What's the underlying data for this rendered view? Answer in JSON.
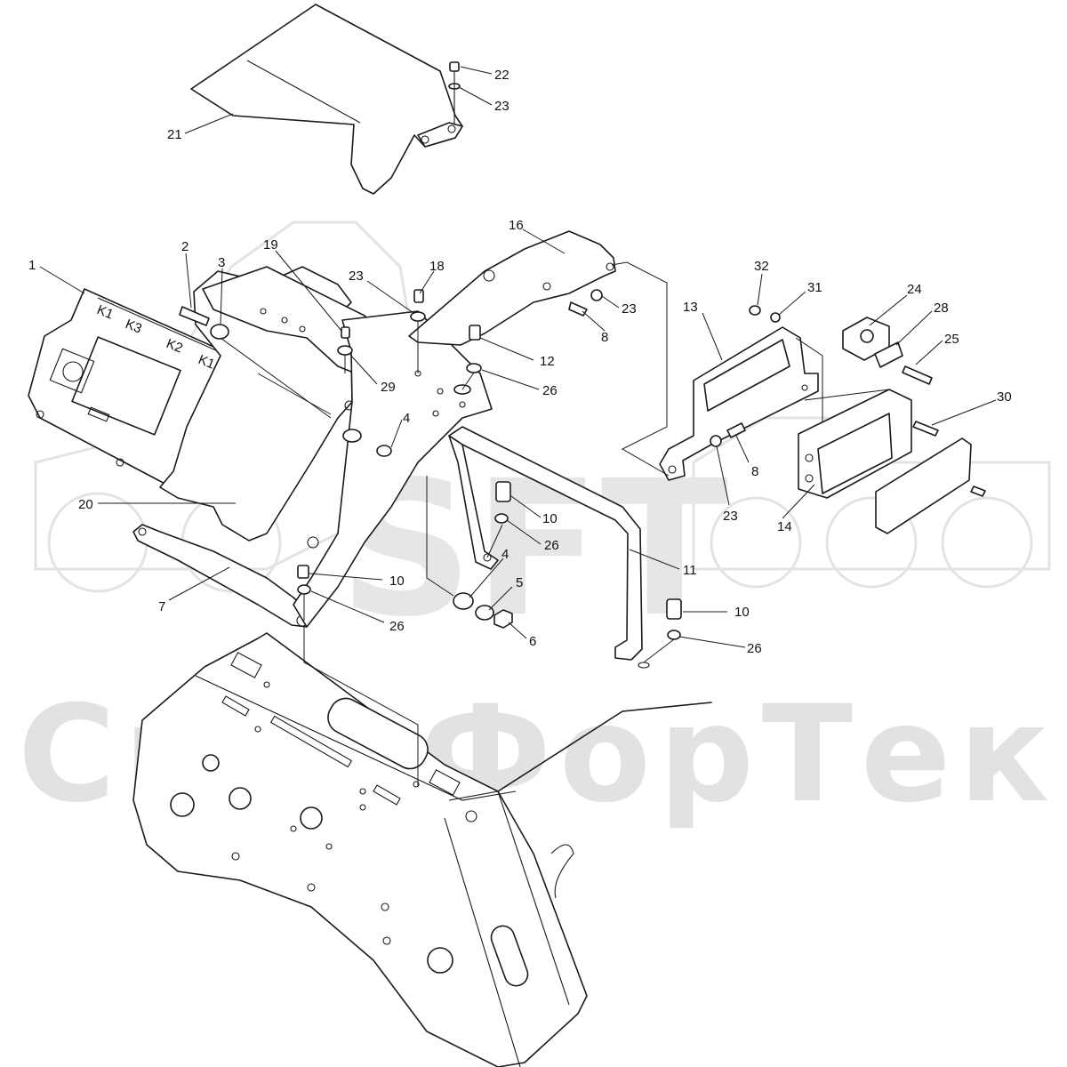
{
  "watermark": {
    "brand": "SFT",
    "company": "СканФорТек"
  },
  "callouts": {
    "c1": "1",
    "c2": "2",
    "c3": "3",
    "c4a": "4",
    "c4b": "4",
    "c5": "5",
    "c6": "6",
    "c7": "7",
    "c8a": "8",
    "c8b": "8",
    "c10a": "10",
    "c10b": "10",
    "c10c": "10",
    "c11": "11",
    "c12": "12",
    "c13": "13",
    "c14": "14",
    "c16": "16",
    "c18": "18",
    "c19": "19",
    "c20": "20",
    "c21": "21",
    "c22": "22",
    "c23a": "23",
    "c23b": "23",
    "c23c": "23",
    "c23d": "23",
    "c24": "24",
    "c25": "25",
    "c26a": "26",
    "c26b": "26",
    "c26c": "26",
    "c26d": "26",
    "c28": "28",
    "c29": "29",
    "c30": "30",
    "c31": "31",
    "c32": "32"
  },
  "panel_labels": {
    "k1_top": "K1",
    "k3": "K3",
    "k2": "K2",
    "k1_side": "K1"
  }
}
